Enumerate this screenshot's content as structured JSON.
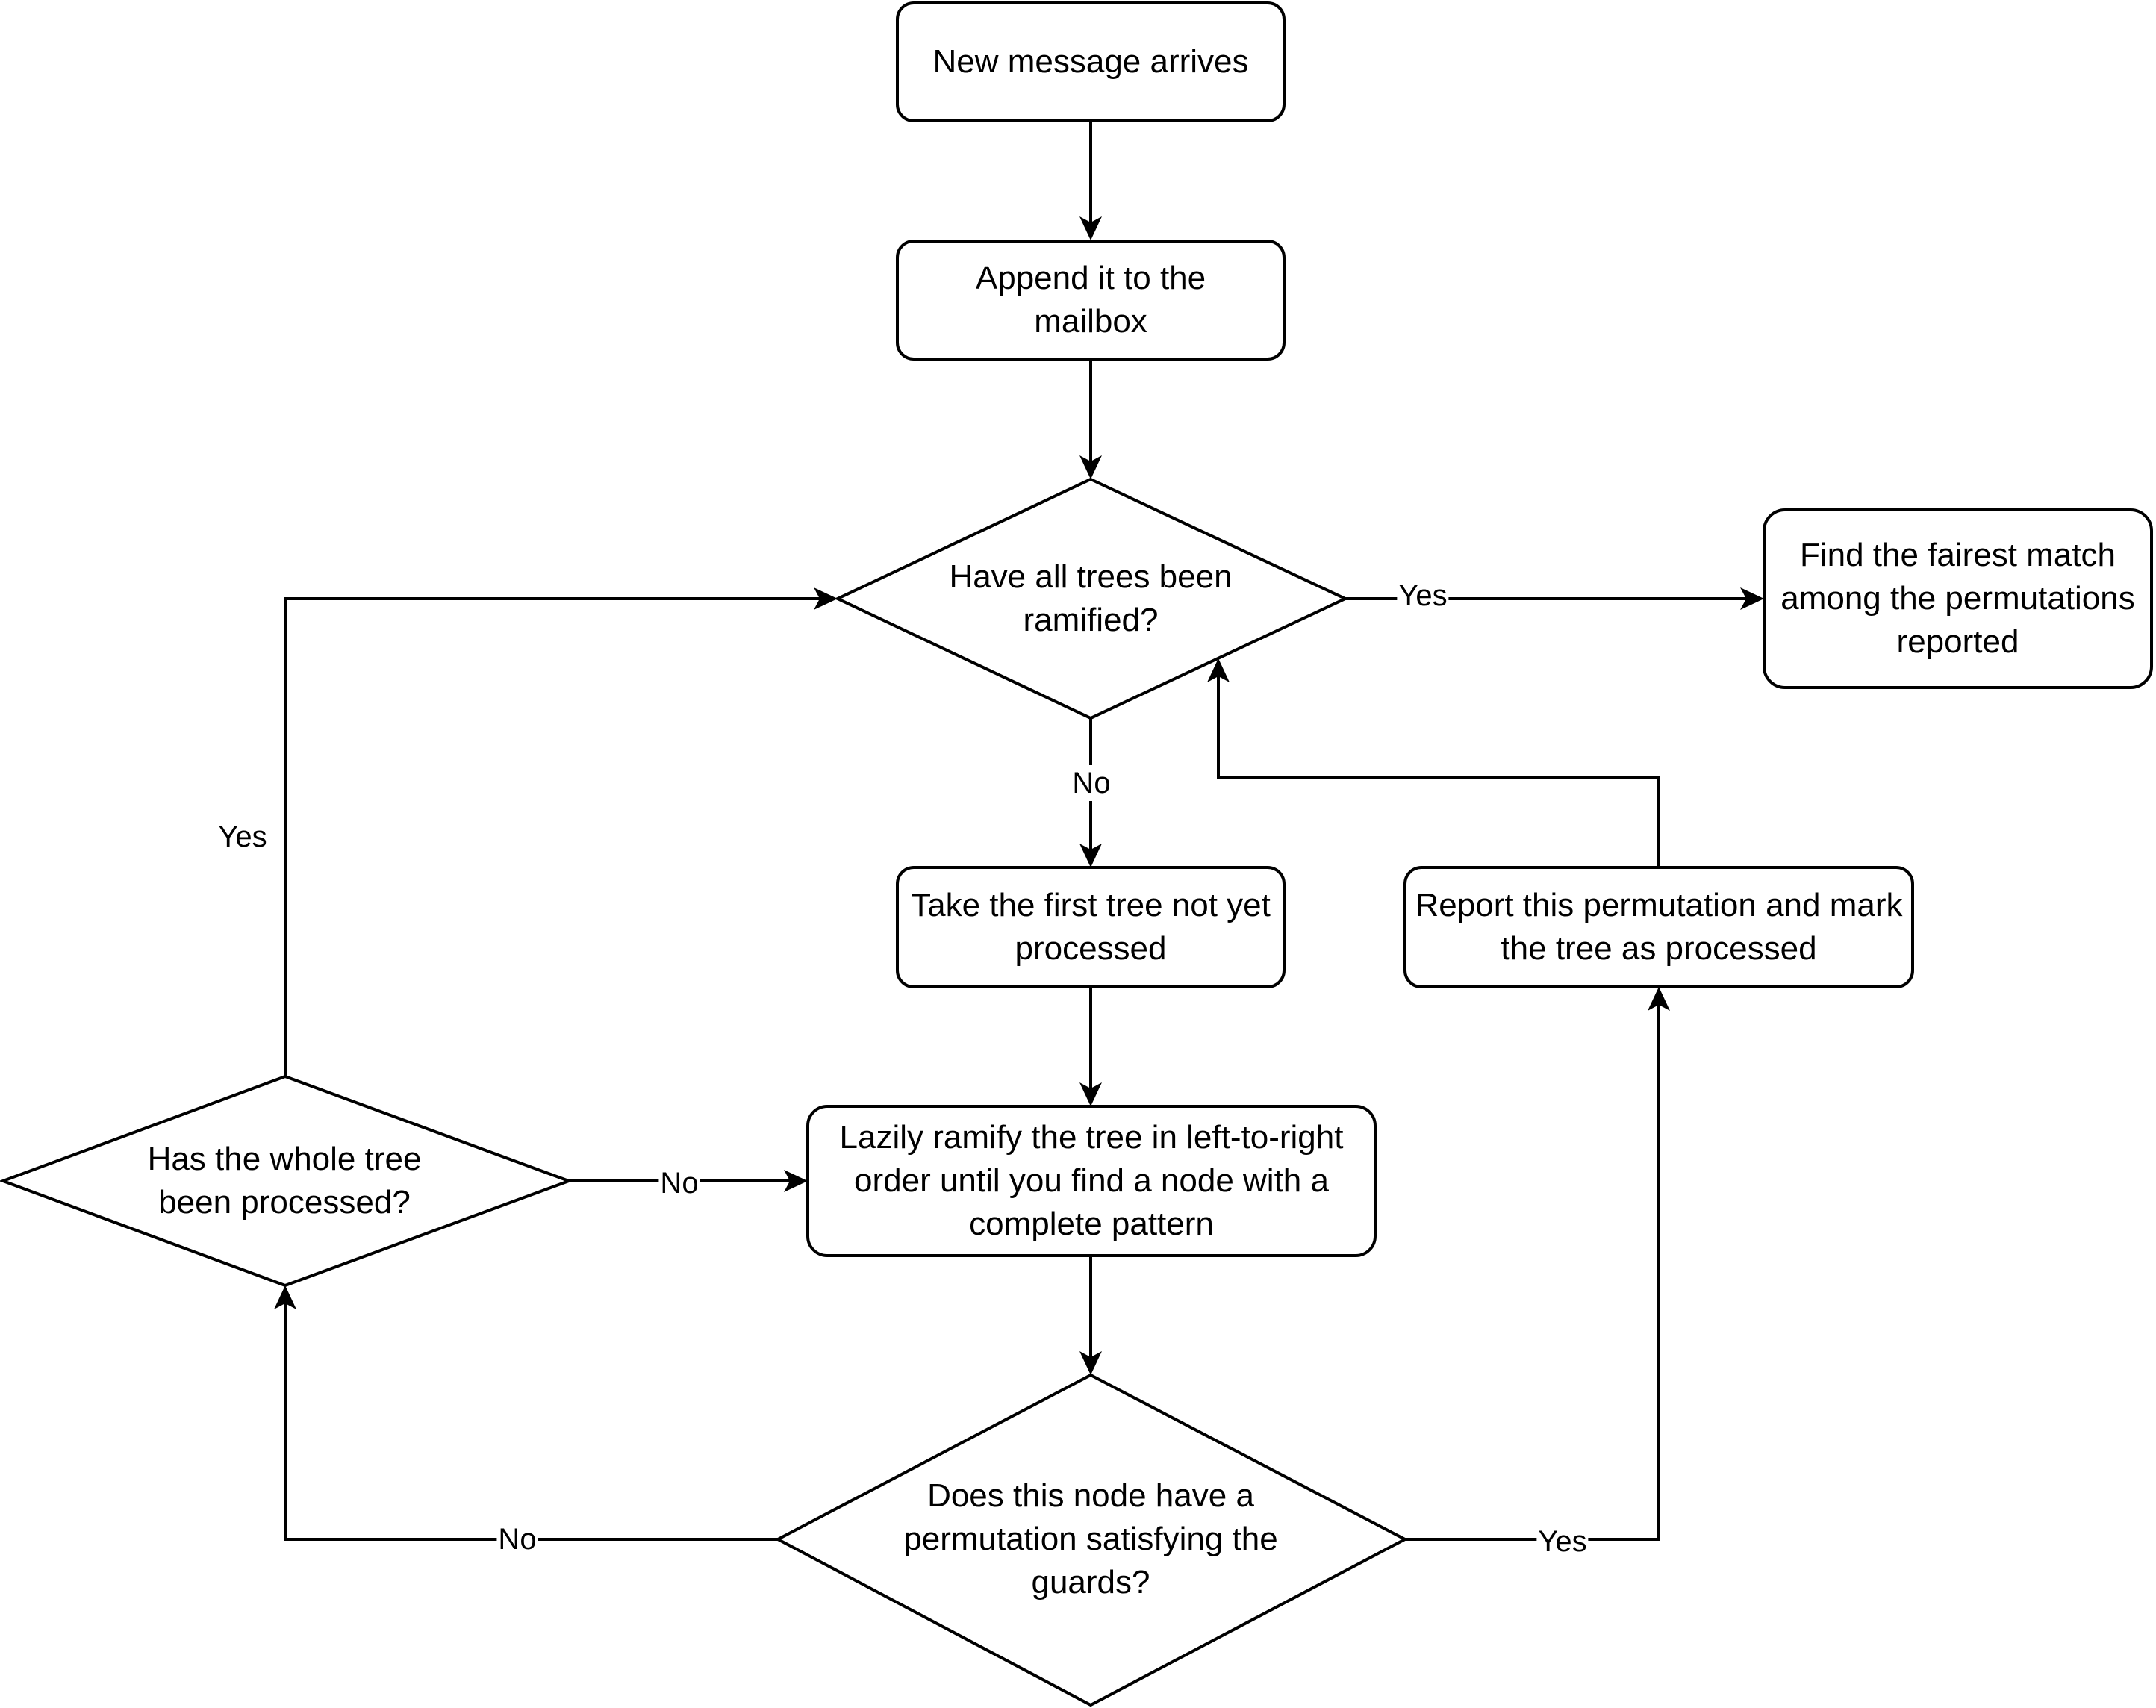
{
  "nodes": {
    "new_message": "New message arrives",
    "append_mailbox": "Append it to the mailbox",
    "all_trees_ramified": "Have all trees been ramified?",
    "find_fairest": "Find the fairest match among the permutations reported",
    "take_first_tree": "Take the first tree not yet processed",
    "report_permutation": "Report this permutation and mark the tree as processed",
    "whole_tree_processed": "Has the whole tree been processed?",
    "lazily_ramify": "Lazily ramify the tree in left-to-right order until you find a node with a complete pattern",
    "node_permutation": "Does this node have a permutation satisfying the guards?"
  },
  "edge_labels": {
    "all_trees_yes": "Yes",
    "all_trees_no": "No",
    "whole_tree_yes": "Yes",
    "whole_tree_no": "No",
    "node_perm_no": "No",
    "node_perm_yes": "Yes"
  }
}
